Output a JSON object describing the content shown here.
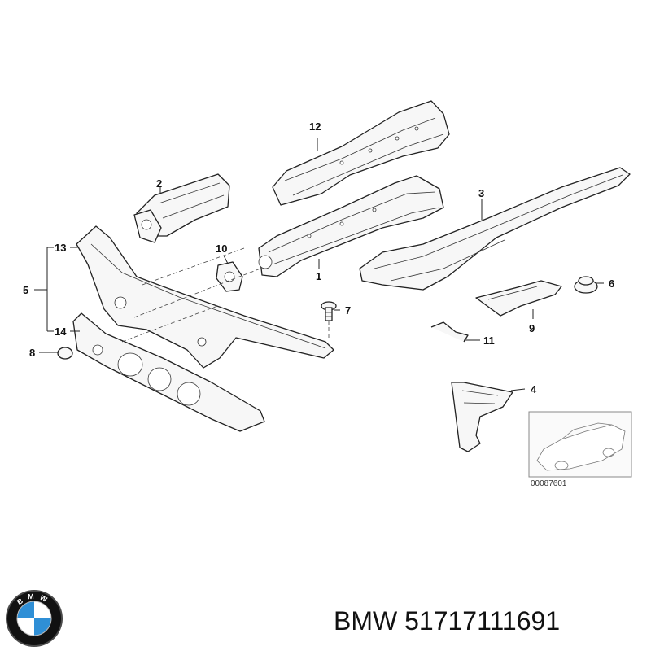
{
  "brand": "BMW",
  "part_number": "51717111691",
  "diagram_reference": "00087601",
  "logo_text": "BMW",
  "colors": {
    "logo_blue": "#2f8fd6",
    "logo_ring": "#111111",
    "line": "#222222"
  },
  "callouts": {
    "c1": "1",
    "c2": "2",
    "c3": "3",
    "c4": "4",
    "c5": "5",
    "c6": "6",
    "c7": "7",
    "c8": "8",
    "c9": "9",
    "c10": "10",
    "c11": "11",
    "c12": "12",
    "c13": "13",
    "c14": "14"
  }
}
